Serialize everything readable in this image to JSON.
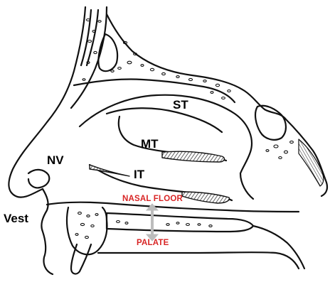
{
  "labels": {
    "st": "ST",
    "mt": "MT",
    "nv": "NV",
    "it": "IT",
    "vest": "Vest",
    "nasal_floor": "NASAL FLOOR",
    "palate": "PALATE"
  },
  "colors": {
    "line": "#111111",
    "label_black": "#000000",
    "label_red": "#d82424",
    "arrow": "#bcbcbc"
  }
}
